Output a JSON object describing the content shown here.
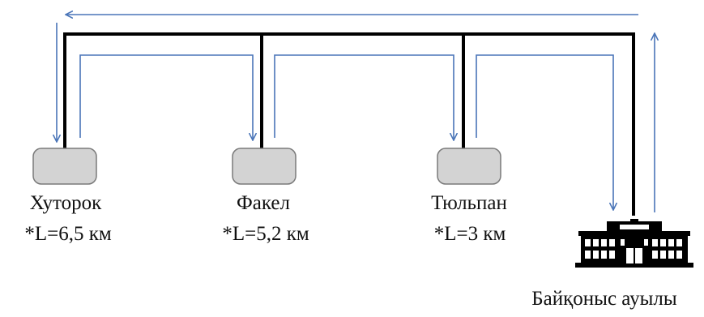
{
  "colors": {
    "pipe": "#000000",
    "flow_arrow": "#4a75b8",
    "box_fill": "#d3d3d3",
    "box_stroke": "#7a7a7a",
    "building": "#000000"
  },
  "icons": {
    "building": "school-building-icon"
  },
  "nodes": [
    {
      "name": "Хуторок",
      "length": "*L=6,5 км"
    },
    {
      "name": "Факел",
      "length": "*L=5,2 км"
    },
    {
      "name": "Тюльпан",
      "length": "*L=3 км"
    }
  ],
  "destination": {
    "name": "Байқоныс ауылы"
  }
}
